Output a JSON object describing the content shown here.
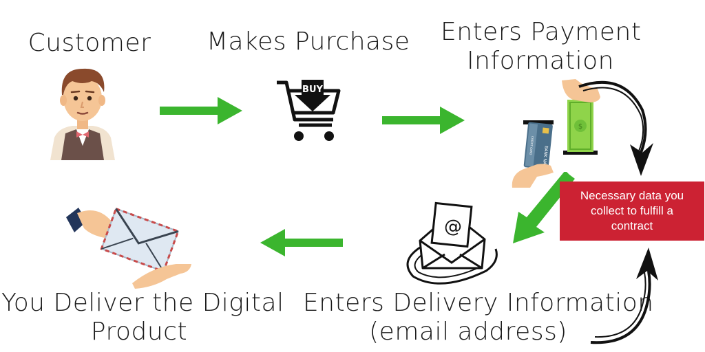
{
  "steps": {
    "customer": {
      "label": "Customer"
    },
    "purchase": {
      "label": "Makes Purchase",
      "cart_tag": "BUY"
    },
    "payment": {
      "label_line1": "Enters Payment",
      "label_line2": "Information",
      "card_text": "BANK NAME",
      "card_text2": "CREDIT CARD"
    },
    "delivery": {
      "label_line1": "Enters Delivery Information",
      "label_line2": "(email address)",
      "email_symbol": "@"
    },
    "deliver": {
      "label_line1": "You Deliver the Digital",
      "label_line2": "Product"
    }
  },
  "callout": {
    "line1": "Necessary data you",
    "line2": "collect to fulfill a",
    "line3": "contract"
  },
  "colors": {
    "arrow_green": "#3bb52e",
    "callout_red": "#cc2233",
    "money_green": "#8fd44a"
  }
}
